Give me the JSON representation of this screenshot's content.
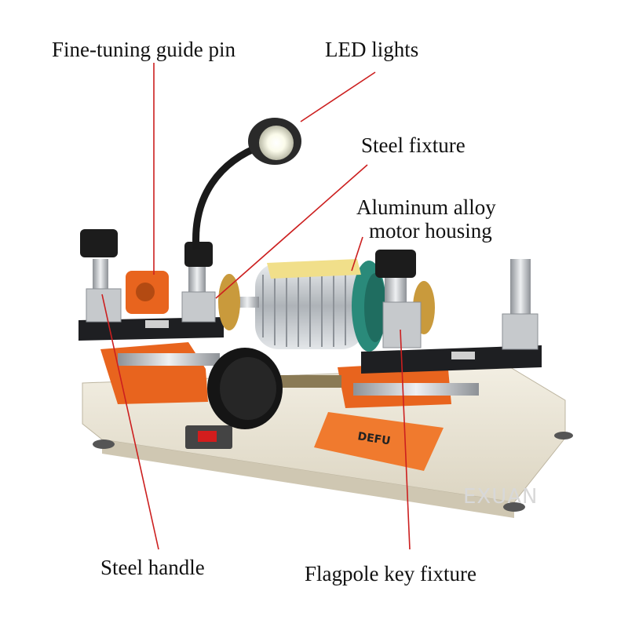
{
  "labels": {
    "fine_tuning": "Fine-tuning guide pin",
    "led": "LED lights",
    "steel_fixture": "Steel fixture",
    "aluminum_line1": "Aluminum alloy",
    "aluminum_line2": "motor housing",
    "steel_handle": "Steel handle",
    "flagpole": "Flagpole key fixture"
  },
  "brand": {
    "plate_text": "DEFU",
    "watermark": "EXUAN"
  },
  "colors": {
    "leader_line": "#cc1f1f",
    "orange": "#e8641e",
    "motor_teal": "#2a8a7a",
    "base": "#ece6d6",
    "steel": "#c9ccd0"
  }
}
